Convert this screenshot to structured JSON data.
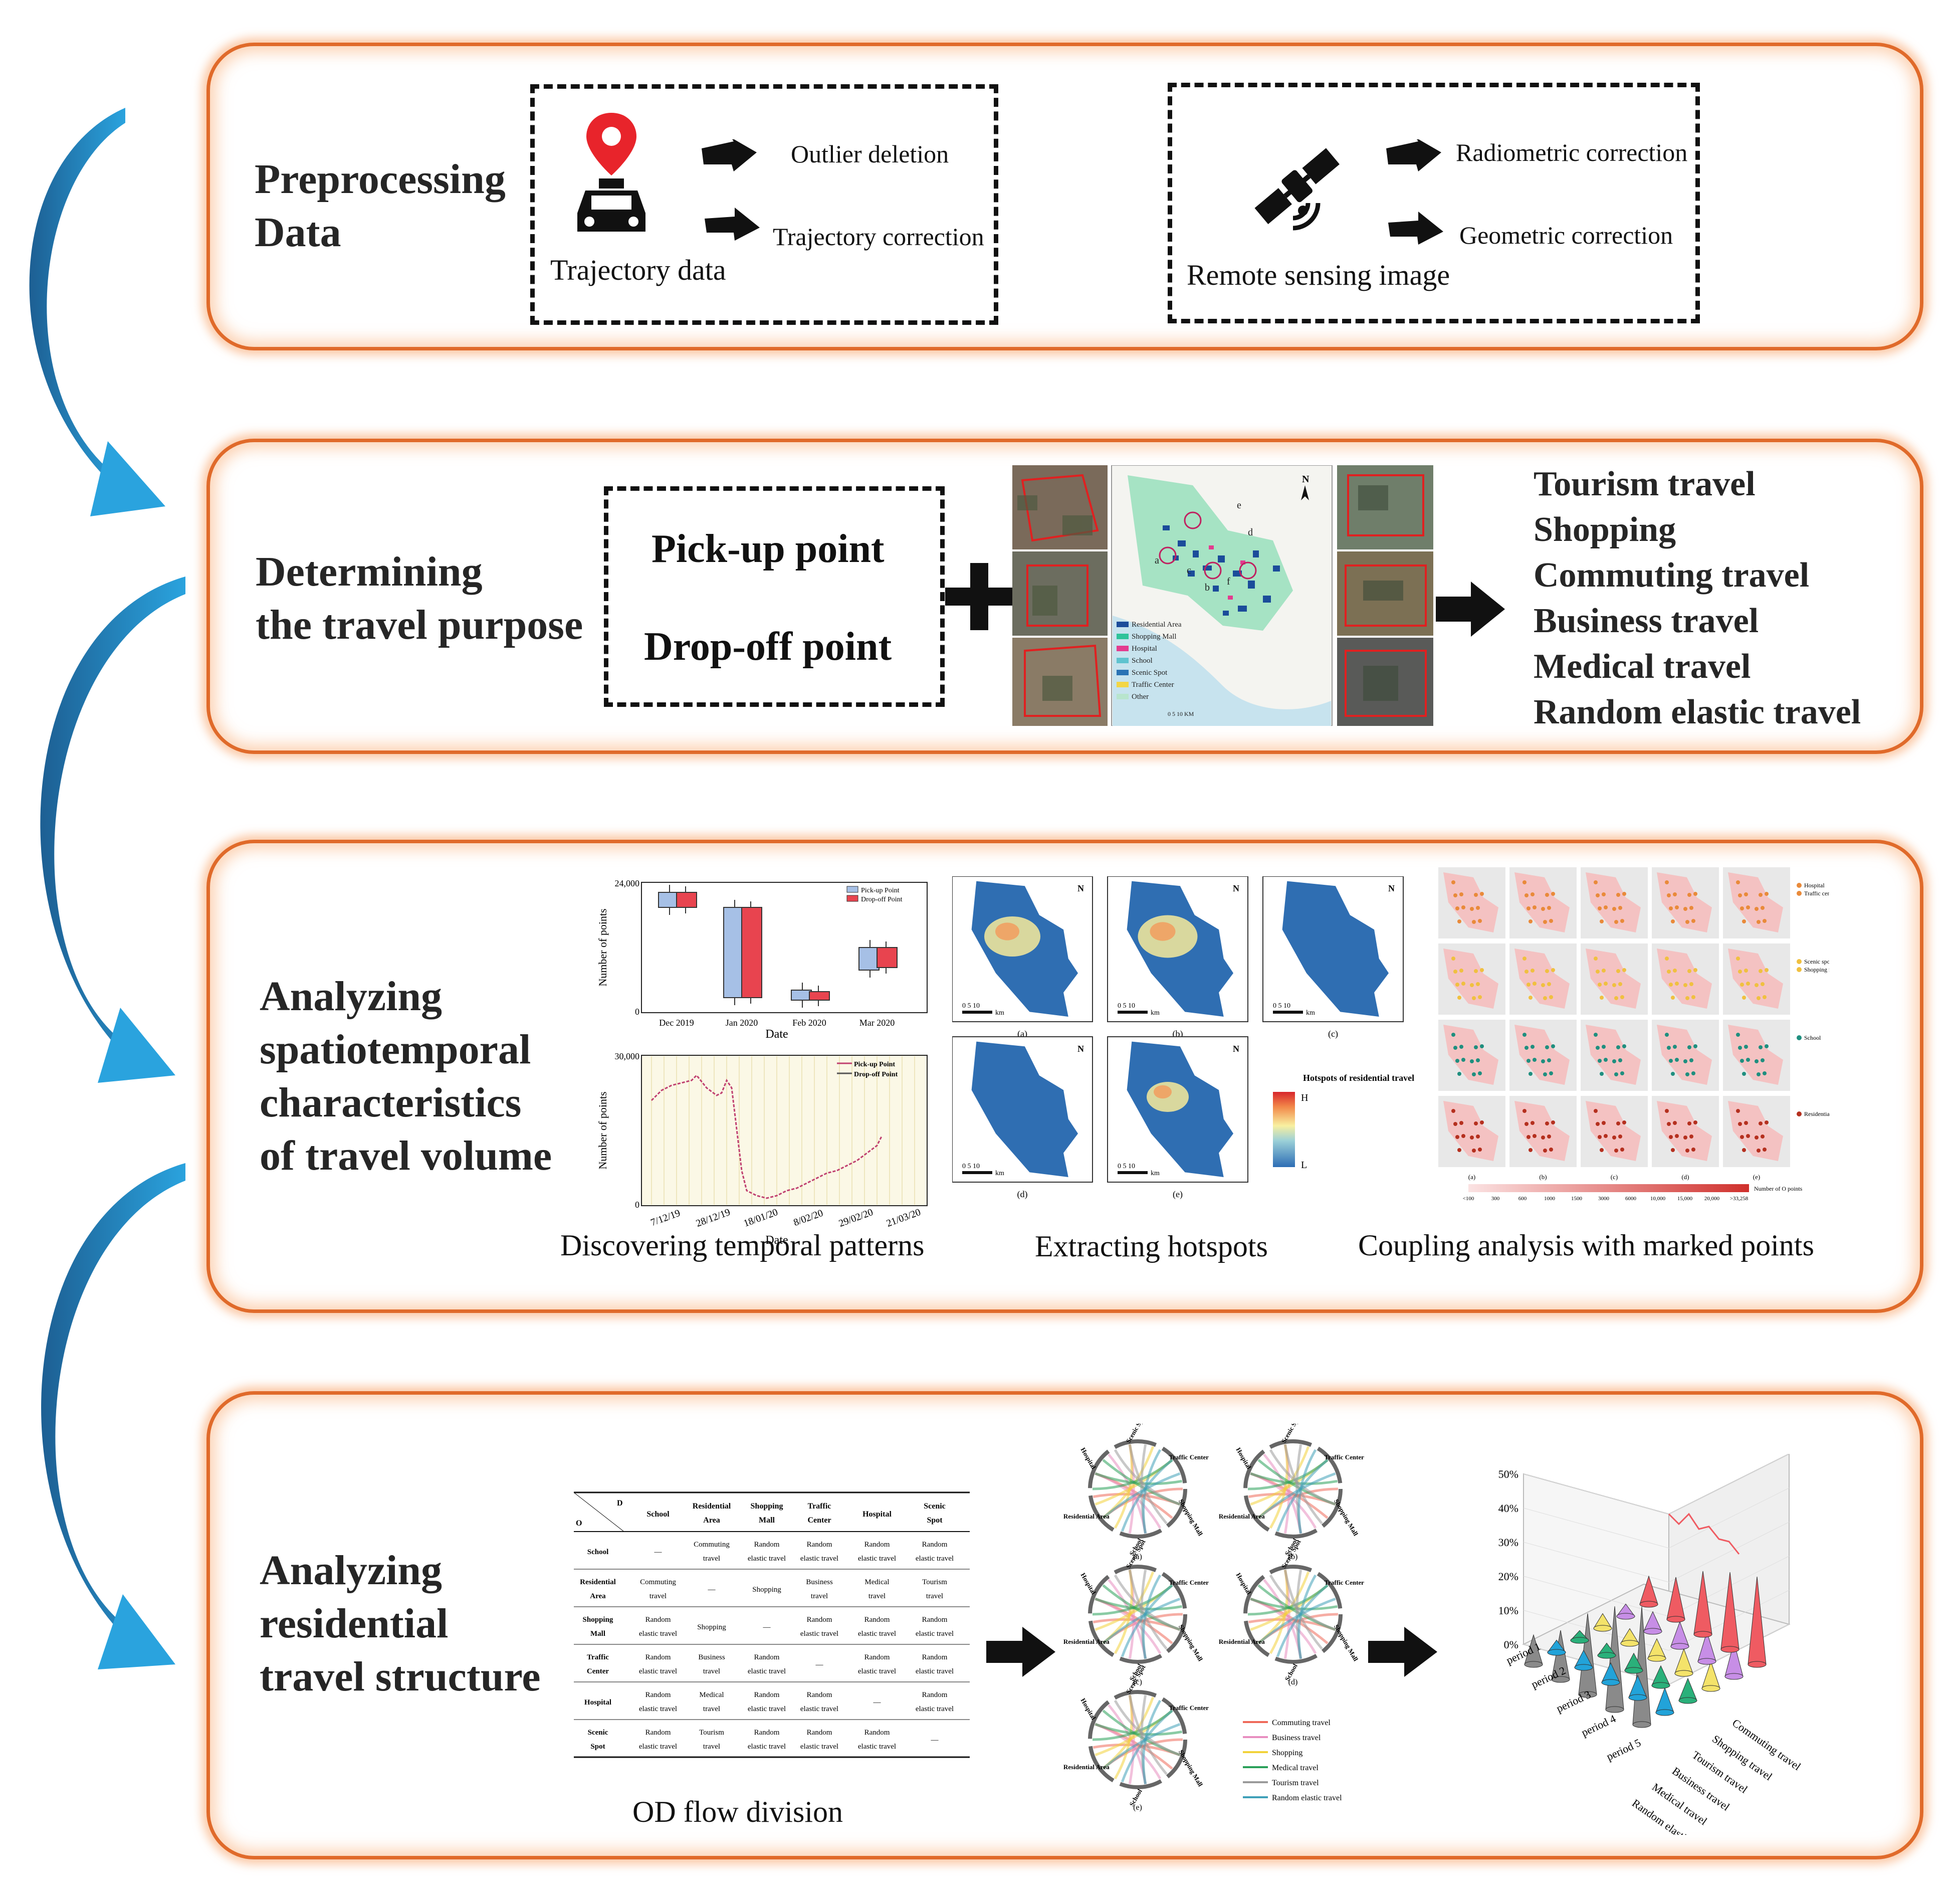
{
  "stages": [
    {
      "title_lines": [
        "Preprocessing",
        "Data"
      ]
    },
    {
      "title_lines": [
        "Determining",
        "the travel purpose"
      ]
    },
    {
      "title_lines": [
        "Analyzing",
        "spatiotemporal",
        "characteristics",
        "of travel volume"
      ]
    },
    {
      "title_lines": [
        "Analyzing",
        "residential",
        "travel structure"
      ]
    }
  ],
  "preprocessing": {
    "trajectory": {
      "label": "Trajectory data",
      "steps": [
        "Outlier deletion",
        "Trajectory correction"
      ],
      "icon": "taxi-with-location-pin-icon"
    },
    "remote": {
      "label": "Remote sensing image",
      "steps": [
        "Radiometric correction",
        "Geometric correction"
      ],
      "icon": "satellite-icon"
    }
  },
  "purpose": {
    "points": [
      "Pick-up point",
      "Drop-off point"
    ],
    "plus": "+",
    "map_legend": [
      "Residential Area",
      "Shopping Mall",
      "Hospital",
      "School",
      "Scenic Spot",
      "Traffic Center",
      "Other"
    ],
    "map_letters": [
      "a",
      "b",
      "c",
      "d",
      "e",
      "f"
    ],
    "map_scale": "0  5  10 KM",
    "north": "N",
    "results": [
      "Tourism travel",
      "Shopping",
      "Commuting travel",
      "Business travel",
      "Medical travel",
      "Random elastic travel"
    ]
  },
  "spatiotemporal": {
    "box_chart": {
      "ylabel": "Number of points",
      "xlabel": "Date",
      "yticks": [
        "0",
        "24,000"
      ],
      "legend": [
        "Pick-up Point",
        "Drop-off Point"
      ]
    },
    "line_chart": {
      "ylabel": "Number of points",
      "xlabel": "Date",
      "yticks": [
        "0",
        "30,000"
      ],
      "xticks": [
        "7/12/19",
        "28/12/19",
        "18/01/20",
        "8/02/20",
        "29/02/20",
        "21/03/20"
      ],
      "legend": [
        "Pick-up Point",
        "Drop-off Point"
      ]
    },
    "hotspot_maps": {
      "panels": [
        "(a)",
        "(b)",
        "(c)",
        "(d)",
        "(e)"
      ],
      "scale": "0  5  10",
      "scale_unit": "km",
      "legend_title": "Hotspots of residential travel",
      "legend_high": "H",
      "legend_low": "L"
    },
    "coupling": {
      "panels": [
        "(a)",
        "(b)",
        "(c)",
        "(d)",
        "(e)"
      ],
      "row_legends": [
        [
          "Hospital",
          "Traffic center"
        ],
        [
          "Scenic spot",
          "Shopping mall"
        ],
        [
          "School"
        ],
        [
          "Residential area"
        ]
      ],
      "count_labels": [
        "<100",
        "300",
        "600",
        "1000",
        "1500",
        "3000",
        "6000",
        "10,000",
        "15,000",
        "20,000",
        ">33,258"
      ],
      "count_title": "Number of O points"
    },
    "captions": [
      "Discovering temporal patterns",
      "Extracting hotspots",
      "Coupling analysis with marked points"
    ]
  },
  "structure": {
    "od_table": {
      "corner_d": "D",
      "corner_o": "O",
      "columns": [
        "School",
        "Residential Area",
        "Shopping Mall",
        "Traffic Center",
        "Hospital",
        "Scenic Spot"
      ],
      "rows": [
        {
          "origin": "School",
          "cells": [
            "—",
            "Commuting travel",
            "Random elastic travel",
            "Random elastic travel",
            "Random elastic travel",
            "Random elastic travel"
          ]
        },
        {
          "origin": "Residential Area",
          "cells": [
            "Commuting travel",
            "—",
            "Shopping",
            "Business travel",
            "Medical travel",
            "Tourism travel"
          ]
        },
        {
          "origin": "Shopping Mall",
          "cells": [
            "Random elastic travel",
            "Shopping",
            "—",
            "Random elastic travel",
            "Random elastic travel",
            "Random elastic travel"
          ]
        },
        {
          "origin": "Traffic Center",
          "cells": [
            "Random elastic travel",
            "Business travel",
            "Random elastic travel",
            "—",
            "Random elastic travel",
            "Random elastic travel"
          ]
        },
        {
          "origin": "Hospital",
          "cells": [
            "Random elastic travel",
            "Medical travel",
            "Random elastic travel",
            "Random elastic travel",
            "—",
            "Random elastic travel"
          ]
        },
        {
          "origin": "Scenic Spot",
          "cells": [
            "Random elastic travel",
            "Tourism travel",
            "Random elastic travel",
            "Random elastic travel",
            "Random elastic travel",
            "—"
          ]
        }
      ],
      "caption": "OD flow division"
    },
    "chord": {
      "panels": [
        "(a)",
        "(b)",
        "(c)",
        "(d)",
        "(e)"
      ],
      "nodes": [
        "Scenic Spot",
        "Traffic Center",
        "Shopping Mall",
        "School",
        "Residential Area",
        "Hospital"
      ],
      "legend": [
        {
          "name": "Commuting travel",
          "color": "#ef6a5a"
        },
        {
          "name": "Business travel",
          "color": "#e88ec0"
        },
        {
          "name": "Shopping",
          "color": "#f2d23a"
        },
        {
          "name": "Medical travel",
          "color": "#2aa05a"
        },
        {
          "name": "Tourism travel",
          "color": "#9a9a9a"
        },
        {
          "name": "Random elastic travel",
          "color": "#3fa0b8"
        }
      ]
    },
    "cone_chart": {
      "zticks": [
        "0%",
        "10%",
        "20%",
        "30%",
        "40%",
        "50%"
      ],
      "periods": [
        "period 1",
        "period 2",
        "period 3",
        "period 4",
        "period 5"
      ],
      "types": [
        "Commuting travel",
        "Shopping travel",
        "Tourism travel",
        "Business travel",
        "Medical travel",
        "Random elastic travel"
      ],
      "colors": [
        "#ef5b62",
        "#c78ee6",
        "#f4e36a",
        "#2ab07a",
        "#22a3d9",
        "#8a8a8a"
      ]
    }
  }
}
